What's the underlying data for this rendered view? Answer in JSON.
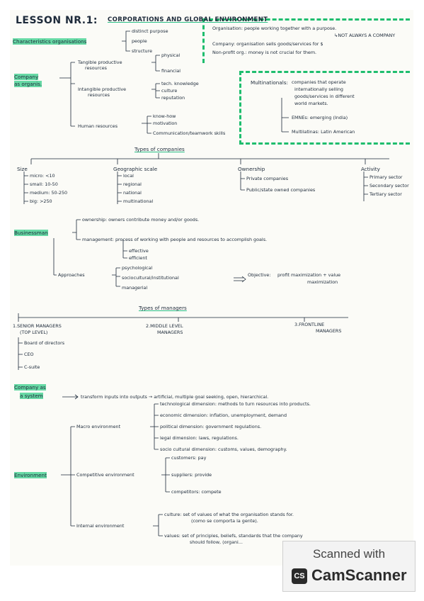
{
  "lesson": {
    "title_prefix": "LESSON NR.1:",
    "title_rest": "CORPORATIONS AND GLOBAL ENVIRONMENT",
    "characteristics": {
      "label": "Characteristics organisations",
      "items": [
        "distinct purpose",
        "people",
        "structure"
      ]
    },
    "definitions": [
      "Organisation: people working together with a purpose.",
      "↳NOT ALWAYS A COMPANY",
      "Company: organisation sells goods/services for $",
      "Non-profit org.: money is not crucial for them."
    ],
    "company_as_organis": {
      "label_1": "Company",
      "label_2": "as organis.",
      "tangible": {
        "label_1": "Tangible productive",
        "label_2": "resources",
        "items": [
          "physical",
          "financial"
        ]
      },
      "intangible": {
        "label_1": "Intangible productive",
        "label_2": "resources",
        "items": [
          "tech. knowledge",
          "culture",
          "reputation"
        ]
      },
      "human": {
        "label": "Human resources",
        "items": [
          "know-how",
          "motivation",
          "Communication/teamwork skills"
        ]
      }
    },
    "multinationals": {
      "label": "Multinationals:",
      "lines": [
        "companies that operate",
        "internationally selling",
        "goods/services in different",
        "world markets."
      ],
      "sub": [
        "EMNEs: emerging (India)",
        "Multilatinas: Latin American"
      ]
    },
    "types_of_companies": {
      "heading": "Types of companies",
      "size": {
        "label": "Size",
        "items": [
          "micro: <10",
          "small: 10-50",
          "medium: 50-250",
          "big: >250"
        ]
      },
      "geographic": {
        "label": "Geographic scale",
        "items": [
          "local",
          "regional",
          "national",
          "multinational"
        ]
      },
      "ownership": {
        "label": "Ownership",
        "items": [
          "Private companies",
          "Public/state owned companies"
        ]
      },
      "activity": {
        "label": "Activity",
        "items": [
          "Primary sector",
          "Secondary sector",
          "Tertiary sector"
        ]
      }
    },
    "businessman": {
      "label": "Businessman",
      "ownership": "ownership: owners contribute money and/or goods.",
      "management": "management: process of working with people and resources to accomplish goals.",
      "management_items": [
        "effective",
        "efficient"
      ],
      "approaches": {
        "label": "Approaches",
        "items": [
          "psychological",
          "sociocultural/institutional",
          "managerial"
        ]
      },
      "objective_label": "Objective:",
      "objective_line1": "profit maximization + value",
      "objective_line2": "maximization"
    },
    "types_of_managers": {
      "heading": "Types of managers",
      "senior_1": "1.SENIOR MANAGERS",
      "senior_2": "(TOP LEVEL)",
      "middle_1": "2.MIDDLE LEVEL",
      "middle_2": "MANAGERS",
      "frontline_1": "3.FRONTLINE",
      "frontline_2": "MANAGERS",
      "senior_items": [
        "Board of directors",
        "CEO",
        "C-suite"
      ]
    },
    "company_as_system": {
      "label_1": "Company as",
      "label_2": "a system",
      "text": "transform inputs into outputs → artificial, multiple goal seeking, open, hierarchical."
    },
    "environment": {
      "label": "Environment",
      "macro": {
        "label": "Macro environment",
        "items": [
          "technological dimension: methods to turn resources into products.",
          "economic dimension: inflation, unemployment, demand",
          "political dimension: government regulations.",
          "legal dimension: laws, regulations.",
          "socio cultural dimension: customs, values, demography."
        ]
      },
      "competitive": {
        "label": "Competitive environment",
        "items": [
          "customers: pay",
          "suppliers: provide",
          "competitors: compete"
        ]
      },
      "internal": {
        "label": "Internal environment",
        "culture_1": "culture: set of values of what the organisation stands for.",
        "culture_2": "(como se comporta la gente).",
        "values_1": "values: set of principles, beliefs, standards that the company",
        "values_2": "should follow, (organi..."
      }
    }
  },
  "watermark": {
    "line1": "Scanned with",
    "logo": "CS",
    "brand": "CamScanner"
  }
}
